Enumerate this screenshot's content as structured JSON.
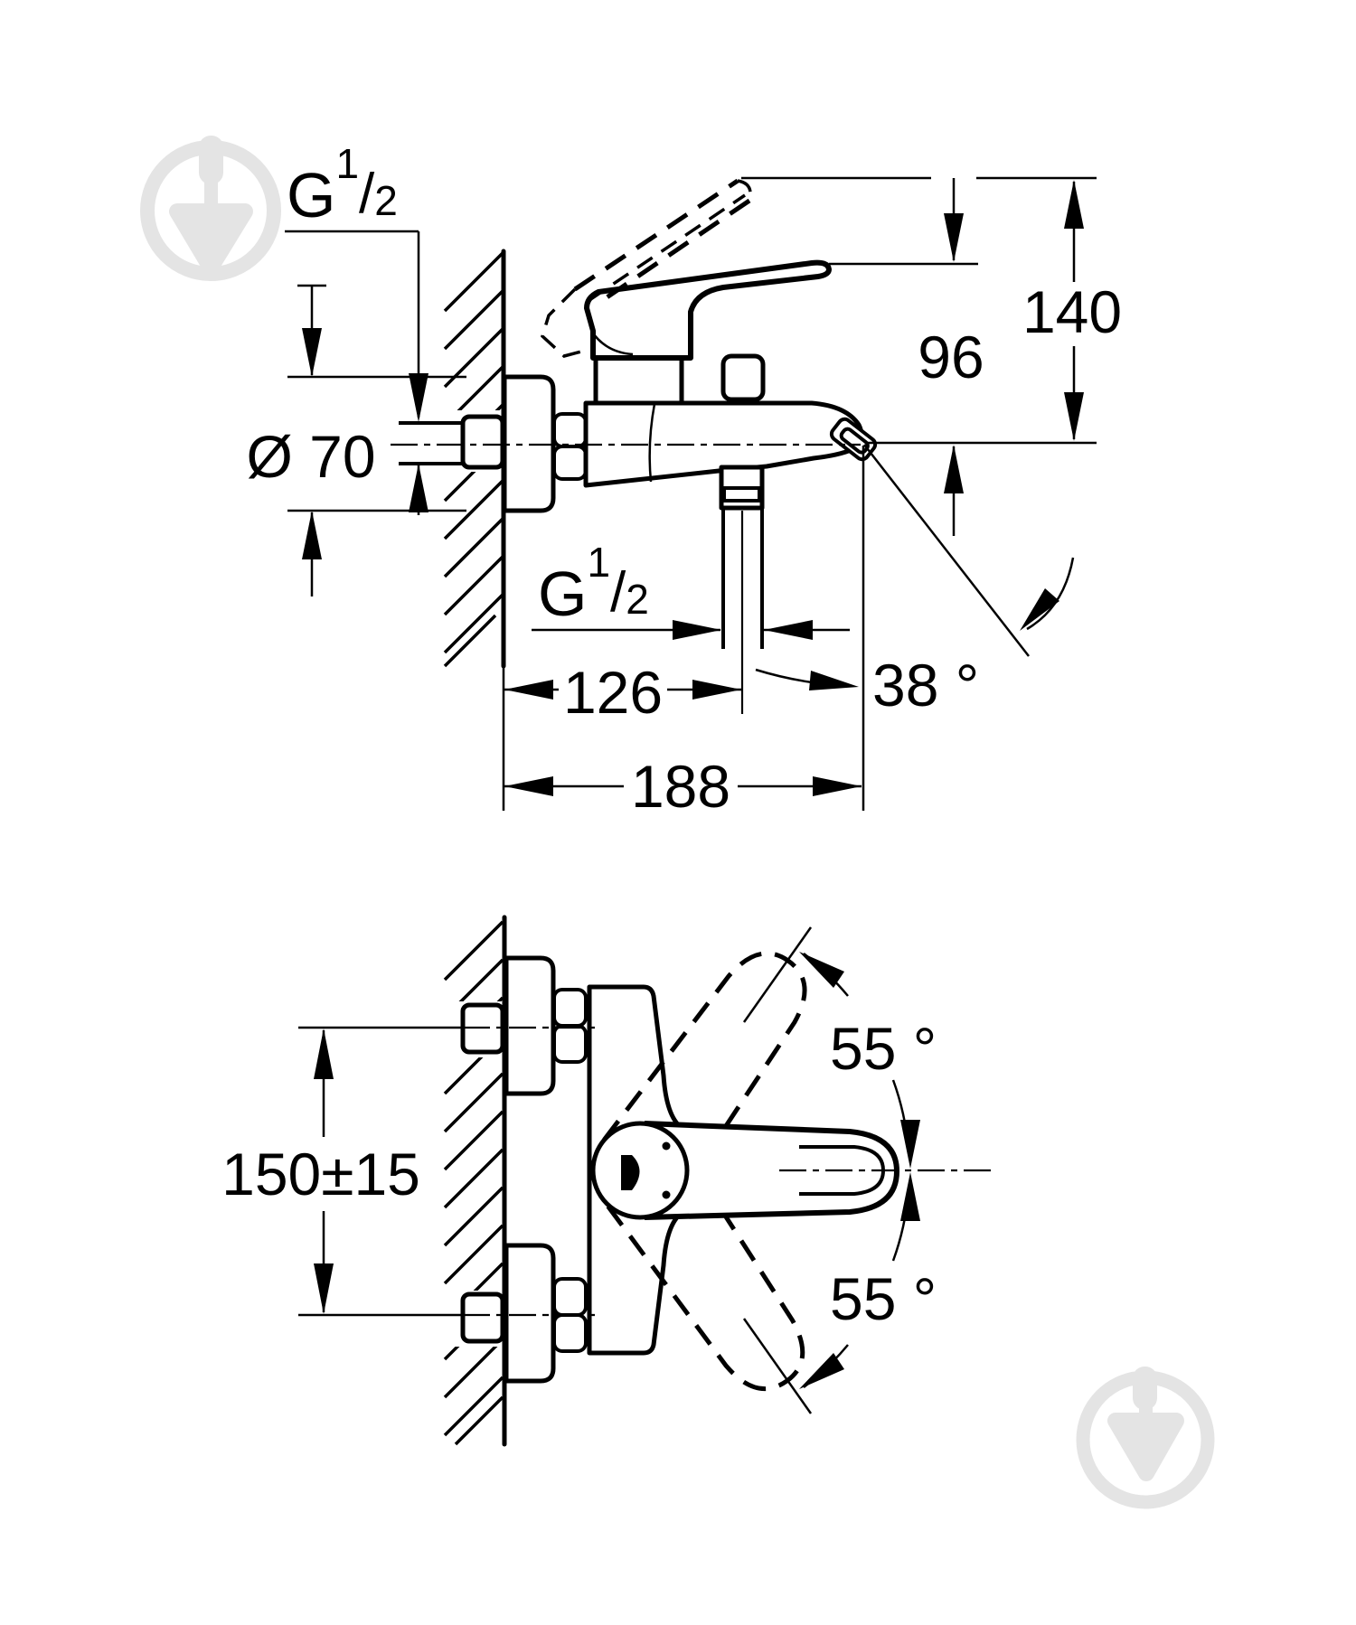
{
  "colors": {
    "background": "#ffffff",
    "line": "#000000",
    "watermark": "#e4e4e4"
  },
  "side_view": {
    "labels": {
      "wall_thread": {
        "base": "G",
        "sup": "1",
        "slash": "/",
        "sub": "2"
      },
      "escutcheon_diameter": "Ø 70",
      "overall_height": "140",
      "spout_to_lever_height": "96",
      "hose_thread": {
        "base": "G",
        "sup": "1",
        "slash": "/",
        "sub": "2"
      },
      "wall_to_hose_center": "126",
      "wall_to_spout_tip": "188",
      "spout_angle": "38 °"
    }
  },
  "plan_view": {
    "labels": {
      "supply_center_distance": "150±15",
      "lever_swing_up": "55 °",
      "lever_swing_down": "55 °"
    }
  }
}
